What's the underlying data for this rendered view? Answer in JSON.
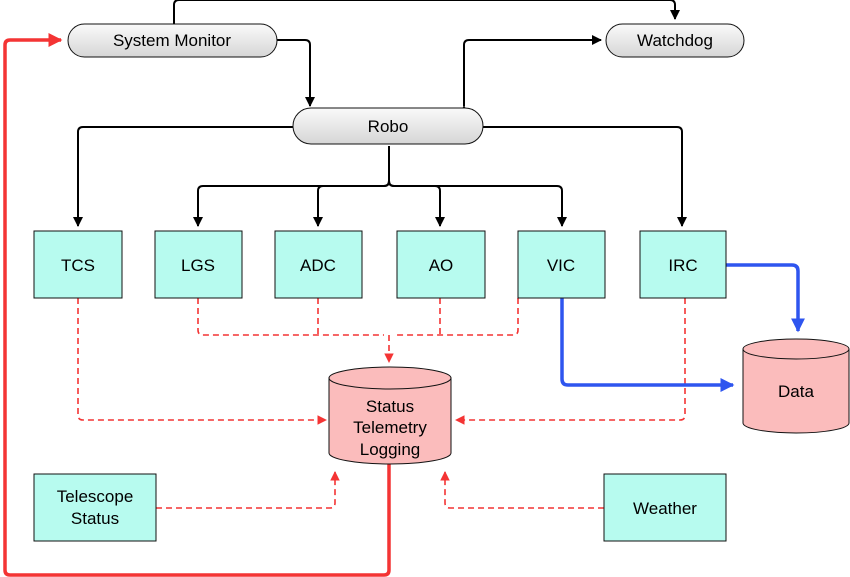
{
  "nodes": {
    "system_monitor": "System Monitor",
    "watchdog": "Watchdog",
    "robo": "Robo",
    "tcs": "TCS",
    "lgs": "LGS",
    "adc": "ADC",
    "ao": "AO",
    "vic": "VIC",
    "irc": "IRC",
    "data": "Data",
    "status_logging": [
      "Status",
      "Telemetry",
      "Logging"
    ],
    "telescope_status": [
      "Telescope",
      "Status"
    ],
    "weather": "Weather"
  },
  "colors": {
    "box_fill": "#b7fbef",
    "pill_fill": "#e4e4e4",
    "cylinder_fill": "#fbbcbc",
    "control_arrow": "#000000",
    "telemetry_arrow": "#f43434",
    "data_arrow": "#2e55ef"
  }
}
